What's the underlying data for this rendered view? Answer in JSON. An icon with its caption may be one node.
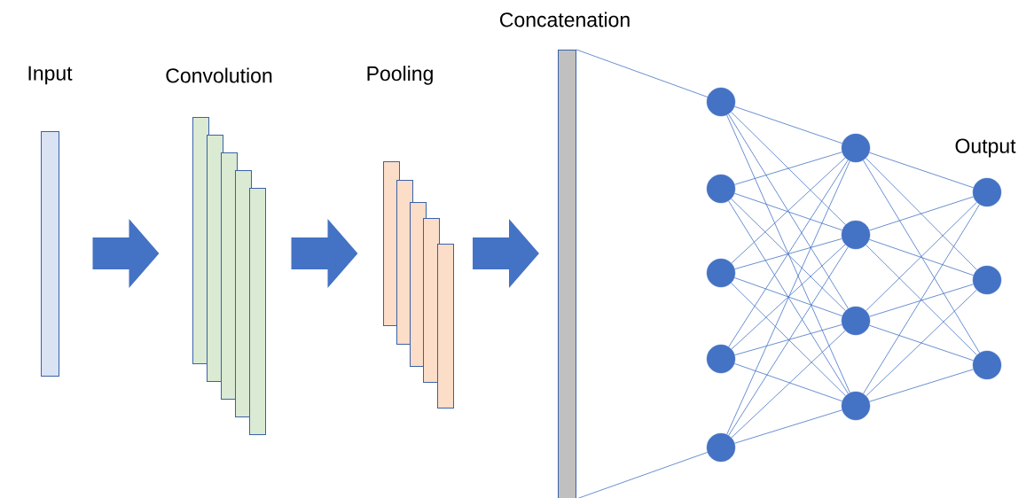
{
  "diagram": {
    "nodes": [
      {
        "text": [
          "Input"
        ]
      },
      {
        "text": [
          "Convolution"
        ]
      },
      {
        "text": [],
        "shape": "bar"
      },
      {
        "text": [],
        "shape": "bar"
      },
      {
        "text": [],
        "shape": "bar"
      },
      {
        "text": [],
        "shape": "bar"
      },
      {
        "text": [
          "Pooling"
        ]
      },
      {
        "text": [],
        "shape": "bar"
      },
      {
        "text": [],
        "shape": "bar"
      },
      {
        "text": [],
        "shape": "bar"
      },
      {
        "text": [],
        "shape": "bar"
      },
      {
        "text": [
          "Concatenation"
        ]
      },
      {
        "text": [],
        "shape": "circle"
      },
      {
        "text": [],
        "shape": "circle"
      },
      {
        "text": [],
        "shape": "circle"
      },
      {
        "text": [],
        "shape": "circle"
      },
      {
        "text": [],
        "shape": "circle"
      },
      {
        "text": [],
        "shape": "circle"
      },
      {
        "text": [],
        "shape": "circle"
      },
      {
        "text": [],
        "shape": "circle"
      },
      {
        "text": [],
        "shape": "circle"
      },
      {
        "text": [],
        "shape": "circle"
      },
      {
        "text": [],
        "shape": "circle"
      },
      {
        "text": [],
        "shape": "circle"
      }
    ],
    "edges": [
      {
        "from": 0,
        "to": 1,
        "arrow": "to",
        "style": "thick"
      },
      {
        "from": 5,
        "to": 6,
        "arrow": "to",
        "style": "thick"
      },
      {
        "from": 10,
        "to": 11,
        "arrow": "to",
        "style": "thick"
      },
      {
        "from": 11,
        "to": 12,
        "arrow": "none"
      },
      {
        "from": 11,
        "to": 16,
        "arrow": "none"
      },
      {
        "from": 12,
        "to": 17,
        "arrow": "none"
      },
      {
        "from": 12,
        "to": 18,
        "arrow": "none"
      },
      {
        "from": 12,
        "to": 19,
        "arrow": "none"
      },
      {
        "from": 12,
        "to": 20,
        "arrow": "none"
      },
      {
        "from": 13,
        "to": 17,
        "arrow": "none"
      },
      {
        "from": 13,
        "to": 18,
        "arrow": "none"
      },
      {
        "from": 13,
        "to": 19,
        "arrow": "none"
      },
      {
        "from": 13,
        "to": 20,
        "arrow": "none"
      },
      {
        "from": 14,
        "to": 17,
        "arrow": "none"
      },
      {
        "from": 14,
        "to": 18,
        "arrow": "none"
      },
      {
        "from": 14,
        "to": 19,
        "arrow": "none"
      },
      {
        "from": 14,
        "to": 20,
        "arrow": "none"
      },
      {
        "from": 15,
        "to": 17,
        "arrow": "none"
      },
      {
        "from": 15,
        "to": 18,
        "arrow": "none"
      },
      {
        "from": 15,
        "to": 19,
        "arrow": "none"
      },
      {
        "from": 15,
        "to": 20,
        "arrow": "none"
      },
      {
        "from": 16,
        "to": 17,
        "arrow": "none"
      },
      {
        "from": 16,
        "to": 18,
        "arrow": "none"
      },
      {
        "from": 16,
        "to": 19,
        "arrow": "none"
      },
      {
        "from": 16,
        "to": 20,
        "arrow": "none"
      },
      {
        "from": 17,
        "to": 21,
        "arrow": "none"
      },
      {
        "from": 17,
        "to": 22,
        "arrow": "none"
      },
      {
        "from": 17,
        "to": 23,
        "arrow": "none"
      },
      {
        "from": 18,
        "to": 21,
        "arrow": "none"
      },
      {
        "from": 18,
        "to": 22,
        "arrow": "none"
      },
      {
        "from": 18,
        "to": 23,
        "arrow": "none"
      },
      {
        "from": 19,
        "to": 21,
        "arrow": "none"
      },
      {
        "from": 19,
        "to": 22,
        "arrow": "none"
      },
      {
        "from": 19,
        "to": 23,
        "arrow": "none"
      },
      {
        "from": 20,
        "to": 21,
        "arrow": "none"
      },
      {
        "from": 20,
        "to": 22,
        "arrow": "none"
      },
      {
        "from": 20,
        "to": 23,
        "arrow": "none"
      }
    ],
    "labels": [
      "Output"
    ]
  }
}
